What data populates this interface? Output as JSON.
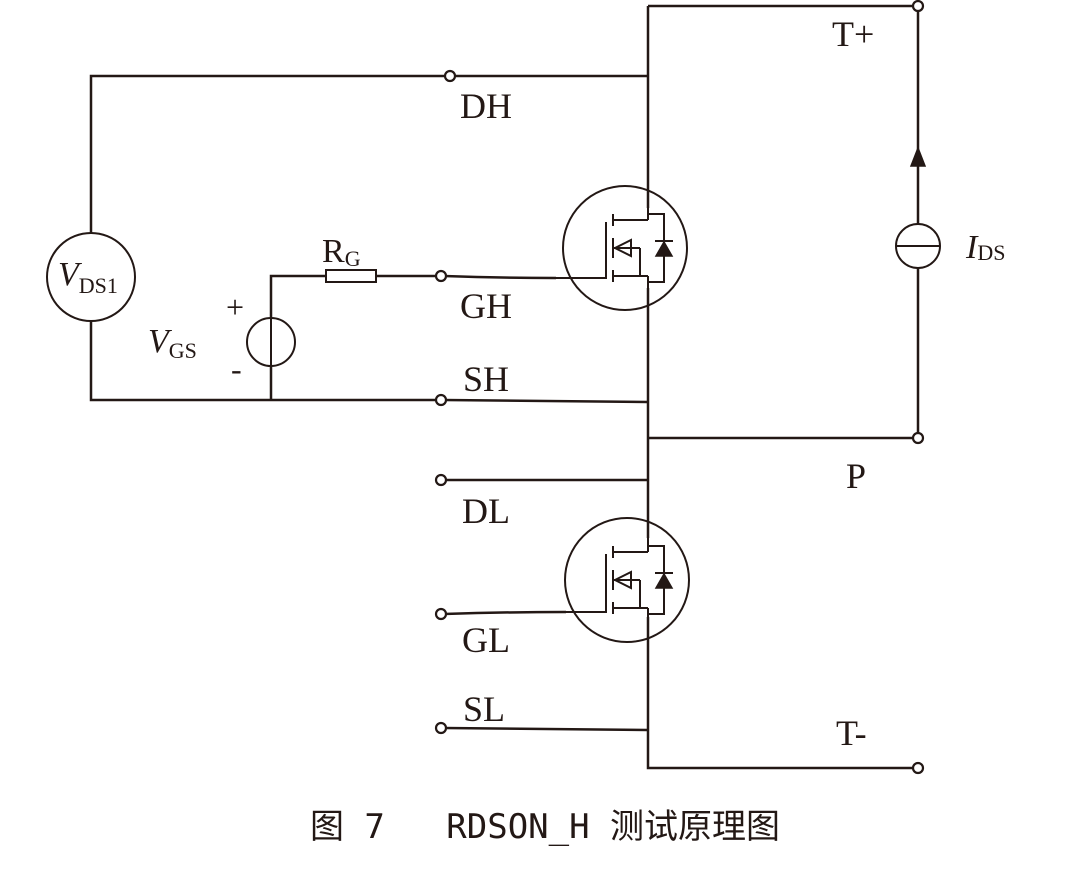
{
  "colors": {
    "ink": "#231815",
    "background": "#ffffff"
  },
  "terminals": {
    "t_plus": "T+",
    "dh": "DH",
    "gh": "GH",
    "sh": "SH",
    "p": "P",
    "dl": "DL",
    "gl": "GL",
    "sl": "SL",
    "t_minus": "T-"
  },
  "components": {
    "gate_resistor": {
      "main": "R",
      "sub": "G"
    },
    "drain_source_voltmeter": {
      "main": "V",
      "sub": "DS1"
    },
    "gate_voltage_source": {
      "main": "V",
      "sub": "GS",
      "plus": "+",
      "minus": "-"
    },
    "current_source": {
      "main": "I",
      "sub": "DS"
    }
  },
  "caption": "图 7   RDSON_H 测试原理图"
}
